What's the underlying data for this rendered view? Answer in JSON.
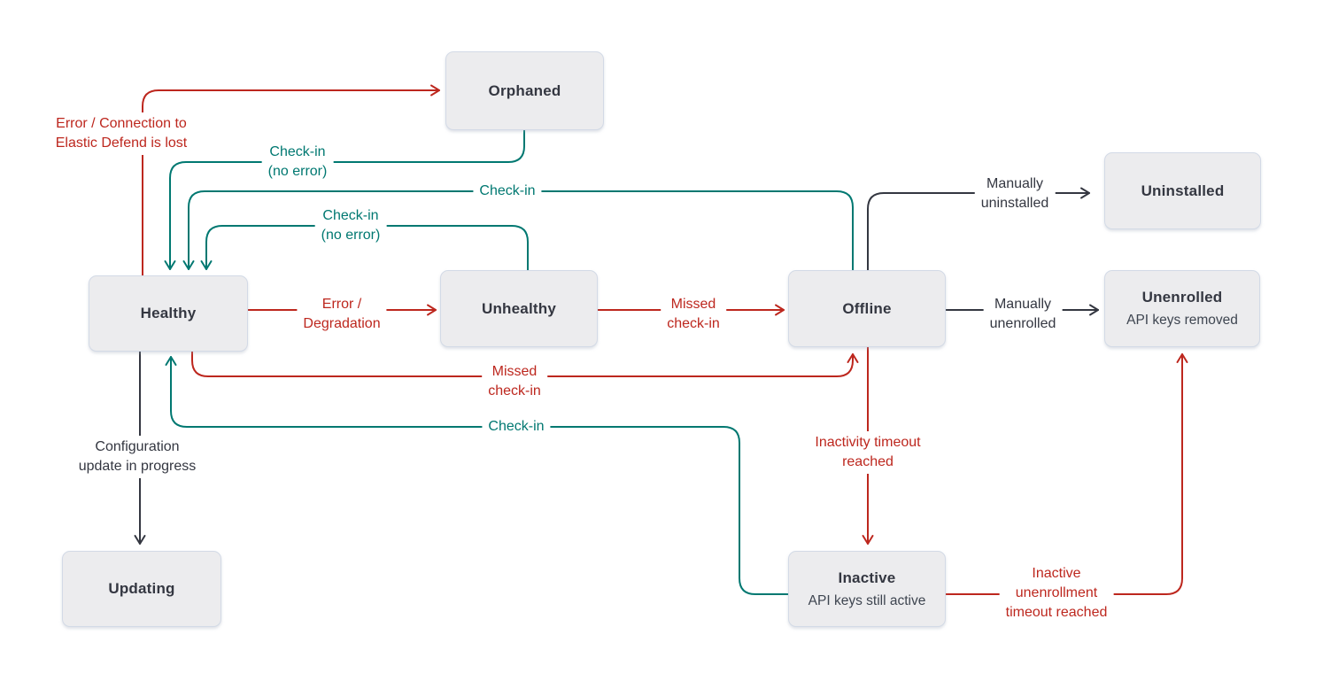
{
  "diagram": {
    "colors": {
      "error_red": "#bd271e",
      "success_teal": "#007871",
      "neutral_dark": "#343741",
      "node_fill": "#ececee",
      "node_border": "#d3dae6"
    },
    "nodes": {
      "orphaned": {
        "label": "Orphaned"
      },
      "uninstalled": {
        "label": "Uninstalled"
      },
      "healthy": {
        "label": "Healthy"
      },
      "unhealthy": {
        "label": "Unhealthy"
      },
      "offline": {
        "label": "Offline"
      },
      "unenrolled": {
        "label": "Unenrolled",
        "sublabel": "API keys removed"
      },
      "updating": {
        "label": "Updating"
      },
      "inactive": {
        "label": "Inactive",
        "sublabel": "API keys still active"
      }
    },
    "edges": {
      "healthy_to_orphaned": {
        "from": "healthy",
        "to": "orphaned",
        "color": "red",
        "label_lines": [
          "Error / Connection to",
          "Elastic Defend is lost"
        ]
      },
      "orphaned_to_healthy": {
        "from": "orphaned",
        "to": "healthy",
        "color": "teal",
        "label_lines": [
          "Check-in",
          "(no error)"
        ]
      },
      "offline_to_healthy": {
        "from": "offline",
        "to": "healthy",
        "color": "teal",
        "label_lines": [
          "Check-in"
        ]
      },
      "unhealthy_to_healthy": {
        "from": "unhealthy",
        "to": "healthy",
        "color": "teal",
        "label_lines": [
          "Check-in",
          "(no error)"
        ]
      },
      "healthy_to_unhealthy": {
        "from": "healthy",
        "to": "unhealthy",
        "color": "red",
        "label_lines": [
          "Error /",
          "Degradation"
        ]
      },
      "unhealthy_to_offline": {
        "from": "unhealthy",
        "to": "offline",
        "color": "red",
        "label_lines": [
          "Missed",
          "check-in"
        ]
      },
      "healthy_to_offline": {
        "from": "healthy",
        "to": "offline",
        "color": "red",
        "label_lines": [
          "Missed",
          "check-in"
        ]
      },
      "inactive_to_healthy": {
        "from": "inactive",
        "to": "healthy",
        "color": "teal",
        "label_lines": [
          "Check-in"
        ]
      },
      "healthy_to_updating": {
        "from": "healthy",
        "to": "updating",
        "color": "black",
        "label_lines": [
          "Configuration",
          "update in progress"
        ]
      },
      "offline_to_uninstalled": {
        "from": "offline",
        "to": "uninstalled",
        "color": "black",
        "label_lines": [
          "Manually",
          "uninstalled"
        ]
      },
      "offline_to_unenrolled": {
        "from": "offline",
        "to": "unenrolled",
        "color": "black",
        "label_lines": [
          "Manually",
          "unenrolled"
        ]
      },
      "offline_to_inactive": {
        "from": "offline",
        "to": "inactive",
        "color": "red",
        "label_lines": [
          "Inactivity timeout",
          "reached"
        ]
      },
      "inactive_to_unenrolled": {
        "from": "inactive",
        "to": "unenrolled",
        "color": "red",
        "label_lines": [
          "Inactive",
          "unenrollment",
          "timeout reached"
        ]
      }
    }
  }
}
